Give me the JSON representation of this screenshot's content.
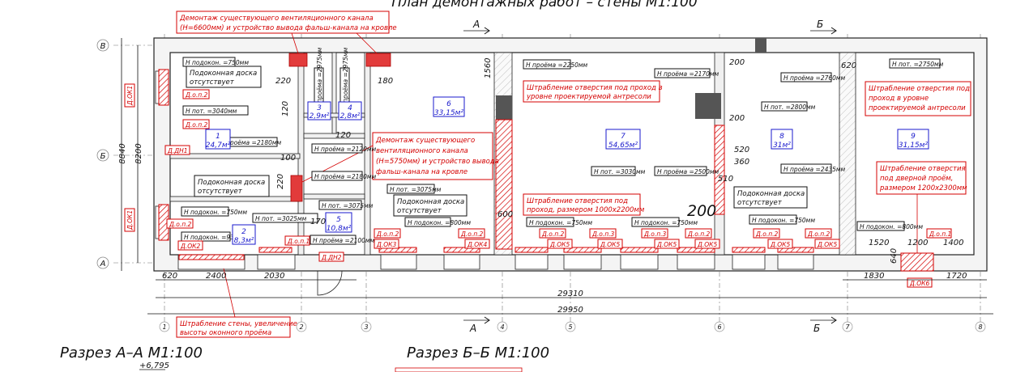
{
  "title": "План демонтажных работ – стены М1:100",
  "section_labels": {
    "a": "А",
    "b": "Б"
  },
  "axis_letters": {
    "v": "В",
    "b": "Б",
    "a": "А"
  },
  "axis_numbers": [
    "1",
    "2",
    "3",
    "4",
    "5",
    "6",
    "7",
    "8"
  ],
  "notes": {
    "demont1_l1": "Демонтаж существующего вентиляционного канала",
    "demont1_l2": "(Н=6600мм) и устройство вывода фальш-канала на кровле",
    "demont2_l1": "Демонтаж существующего",
    "demont2_l2": "вентиляционного канала",
    "demont2_l3": "(Н=5750мм) и устройство вывода",
    "demont2_l4": "фальш-канала на кровле",
    "shtr1_l1": "Штрабление отверстия под проход в",
    "shtr1_l2": "уровне проектируемой антресоли",
    "shtr2_l1": "Штрабление отверстия под",
    "shtr2_l2": "проход, размером 1000х2200мм",
    "shtr3_l1": "Штрабление отверстия под",
    "shtr3_l2": "проход в уровне",
    "shtr3_l3": "проектируемой антресоли",
    "shtr4_l1": "Штрабление отверстия",
    "shtr4_l2": "под дверной проём,",
    "shtr4_l3": "размером 1200х2300мм",
    "shtr5_l1": "Штрабление стены, увеличение",
    "shtr5_l2": "высоты оконного проёма",
    "sill_l1": "Подоконная доска",
    "sill_l2": "отсутствует"
  },
  "heights": {
    "h750": "Н подокон. =750мм",
    "h3040": "Н пот. =3040мм",
    "h2180": "Н проёма =2180мм",
    "h2975": "Н проёма =2975мм",
    "h2120": "Н проёма =2120мм",
    "h3025": "Н пот. =3025мм",
    "h3075": "Н пот. =3075мм",
    "h930": "Н подокон. =930мм",
    "h2100": "Н проёма =2100мм",
    "h800": "Н подокон. =800мм",
    "h2250": "Н проёма =2250мм",
    "h2170": "Н проёма =2170мм",
    "h3030": "Н пот. =3030мм",
    "h2500": "Н проёма =2500мм",
    "h2760": "Н проёма =2760мм",
    "h2800": "Н пот. =2800мм",
    "h2435": "Н проёма =2435мм",
    "h2750": "Н пот. =2750мм"
  },
  "rooms": {
    "r1": {
      "num": "1",
      "area": "24,7м²"
    },
    "r2": {
      "num": "2",
      "area": "8,3м²"
    },
    "r3": {
      "num": "3",
      "area": "2,9м²"
    },
    "r4": {
      "num": "4",
      "area": "2,8м²"
    },
    "r5": {
      "num": "5",
      "area": "10,8м²"
    },
    "r6": {
      "num": "6",
      "area": "33,15м²"
    },
    "r7": {
      "num": "7",
      "area": "54,65м²"
    },
    "r8": {
      "num": "8",
      "area": "31м²"
    },
    "r9": {
      "num": "9",
      "area": "31,15м²"
    }
  },
  "tags": {
    "dok1": "Д.ОК1",
    "dop2": "Д.о.п.2",
    "ddn1": "Д.ДН1",
    "dok2": "Д.ОК2",
    "dop1": "Д.о.п.1",
    "ddn2": "Д.ДН2",
    "dok3": "Д.ОК3",
    "dok4": "Д.ОК4",
    "dok5": "Д.ОК5",
    "dop3": "Д.о.п.3",
    "dok6": "Д.ОК6"
  },
  "dims": {
    "d220": "220",
    "d120": "120",
    "d100": "100",
    "d170": "170",
    "d180": "180",
    "d1560": "1560",
    "d600": "600",
    "d200": "200",
    "d520": "520",
    "d360": "360",
    "d510": "510",
    "d620": "620",
    "d1520": "1520",
    "d1200": "1200",
    "d1400": "1400",
    "d640": "640",
    "d8840": "8840",
    "d8200": "8200",
    "d2400": "2400",
    "d2030": "2030",
    "d29310": "29310",
    "d29950": "29950",
    "d1830": "1830",
    "d1720": "1720"
  },
  "sections": {
    "aa": "Разрез А–А М1:100",
    "bb": "Разрез Б–Б М1:100",
    "mark": "+6,795"
  }
}
